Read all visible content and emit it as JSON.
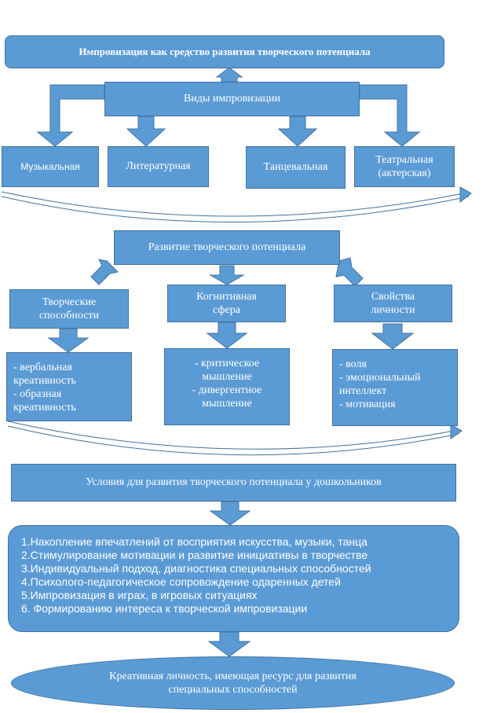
{
  "title": "Импровизация как средство развития творческого потенциала",
  "types": {
    "header": "Виды импровизации",
    "items": [
      "Музыкальная",
      "Литературная",
      "Танцевальная",
      "Театральная (актерская)"
    ]
  },
  "development": {
    "header": "Развитие творческого потенциала",
    "categories": [
      {
        "label": "Творческие способности",
        "details": [
          "- вербальная креативность",
          "- образная креативность"
        ]
      },
      {
        "label": "Когнитивная сфера",
        "details": [
          "- критическое мышление",
          "- дивергентное мышление"
        ]
      },
      {
        "label": "Свойства личности",
        "details": [
          "- воля",
          "- эмоциональный интеллект",
          "- мотивация"
        ]
      }
    ]
  },
  "conditions": {
    "header": "Условия для развития творческого потенциала у дошкольников",
    "items": [
      "1.Накопление впечатлений от восприятия искусства, музыки, танца",
      "2.Стимулирование мотивации и развитие инициативы в творчестве",
      "3.Индивидуальный подход, диагностика специальных способностей",
      "4.Психолого-педагогическое сопровождение одаренных детей",
      "5.Импровизация в играх, в игровых ситуациях",
      "6. Формированию интереса к творческой импровизации"
    ]
  },
  "result": "Креативная личность, имеющая ресурс для  развития специальных способностей",
  "colors": {
    "fill": "#5b9bd5",
    "stroke": "#41719c",
    "text": "#ffffff"
  }
}
